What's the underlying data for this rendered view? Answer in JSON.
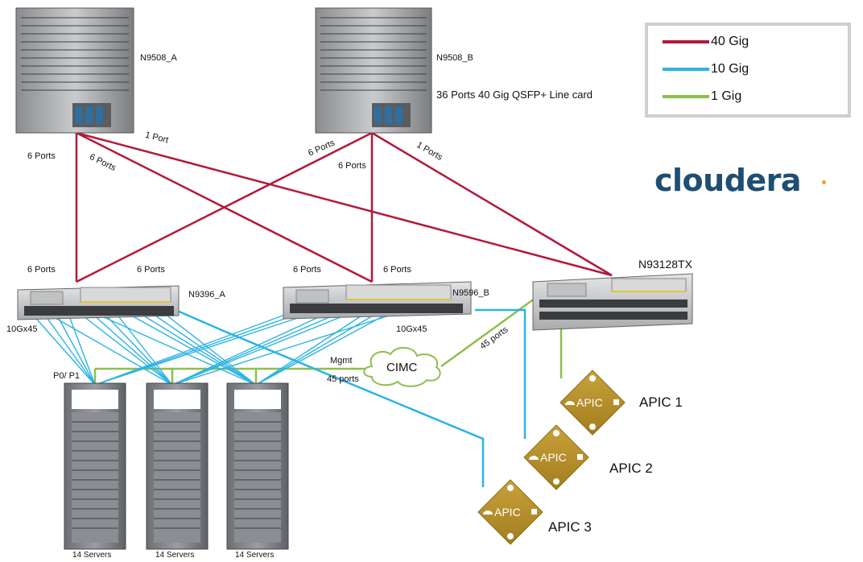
{
  "legend": {
    "items": [
      {
        "label": "40 Gig",
        "color": "#b3183a"
      },
      {
        "label": "10 Gig",
        "color": "#2bb3e6"
      },
      {
        "label": "1 Gig",
        "color": "#8dbf4b"
      }
    ]
  },
  "brand": {
    "name": "cloudera"
  },
  "spine_switches": {
    "a": {
      "name": "N9508_A"
    },
    "b": {
      "name": "N9508_B",
      "line_card": "36 Ports 40 Gig QSFP+ Line card"
    }
  },
  "leaf_switches": {
    "a": {
      "name": "N9396_A",
      "ports": "10Gx45"
    },
    "b": {
      "name": "N9596_B",
      "ports": "10Gx45"
    },
    "c": {
      "name": "N93128TX"
    }
  },
  "link_labels": {
    "a_1port": "1 Port",
    "a_6ports_left": "6 Ports",
    "a_6ports_diag": "6 Ports",
    "b_6ports_diag": "6 Ports",
    "b_6ports_mid": "6 Ports",
    "b_1ports": "1 Ports",
    "leafa_6ports_left": "6 Ports",
    "leafa_6ports_right": "6 Ports",
    "leafb_6ports_left": "6 Ports",
    "leafb_6ports_right": "6 Ports",
    "ports_45_diag": "45 ports",
    "mgmt": "Mgmt",
    "ports_45_mgmt": "45 ports",
    "p0p1": "P0/ P1"
  },
  "cimc": {
    "label": "CIMC"
  },
  "racks": [
    {
      "label": "14 Servers"
    },
    {
      "label": "14 Servers"
    },
    {
      "label": "14 Servers"
    }
  ],
  "apics": [
    {
      "badge": "APIC",
      "label": "APIC 1"
    },
    {
      "badge": "APIC",
      "label": "APIC 2"
    },
    {
      "badge": "APIC",
      "label": "APIC 3"
    }
  ]
}
